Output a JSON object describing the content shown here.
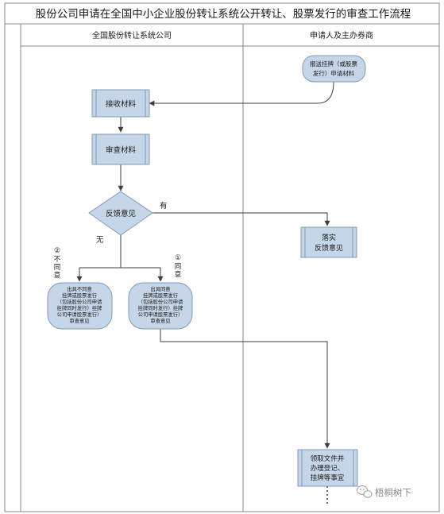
{
  "title": "股份公司申请在全国中小企业股份转让系统公开转让、股票发行的审查工作流程",
  "lanes": {
    "left": "全国股份转让系统公司",
    "right": "申请人及主办券商"
  },
  "nodes": {
    "submit": [
      "报送挂牌（或股票",
      "发行）申请材料"
    ],
    "receive": "接收材料",
    "review": "审查材料",
    "feedback": "反馈意见",
    "implement": [
      "落实",
      "反馈意见"
    ],
    "disagree": [
      "出具不同意",
      "挂牌或股票发行",
      "（包括股份公司申请",
      "挂牌同时发行）挂牌",
      "公司申请股票发行）",
      "审查意见"
    ],
    "agree": [
      "出具同意",
      "挂牌或股票发行",
      "（包括股份公司申请",
      "挂牌同时发行）挂牌",
      "公司申请股票发行）",
      "审查意见"
    ],
    "collect": [
      "领取文件并",
      "办理登记、",
      "挂牌等事宜"
    ]
  },
  "labels": {
    "yes": "有",
    "no": "无",
    "disagree_num": "②",
    "disagree_text": [
      "不",
      "同",
      "意"
    ],
    "agree_num": "①",
    "agree_text": [
      "同",
      "意"
    ]
  },
  "watermark": "梧桐树下",
  "colors": {
    "box_fill": "#c5d6e8",
    "box_stroke": "#7f9bb8",
    "line": "#3a3f46",
    "border": "#8a8a8a"
  }
}
